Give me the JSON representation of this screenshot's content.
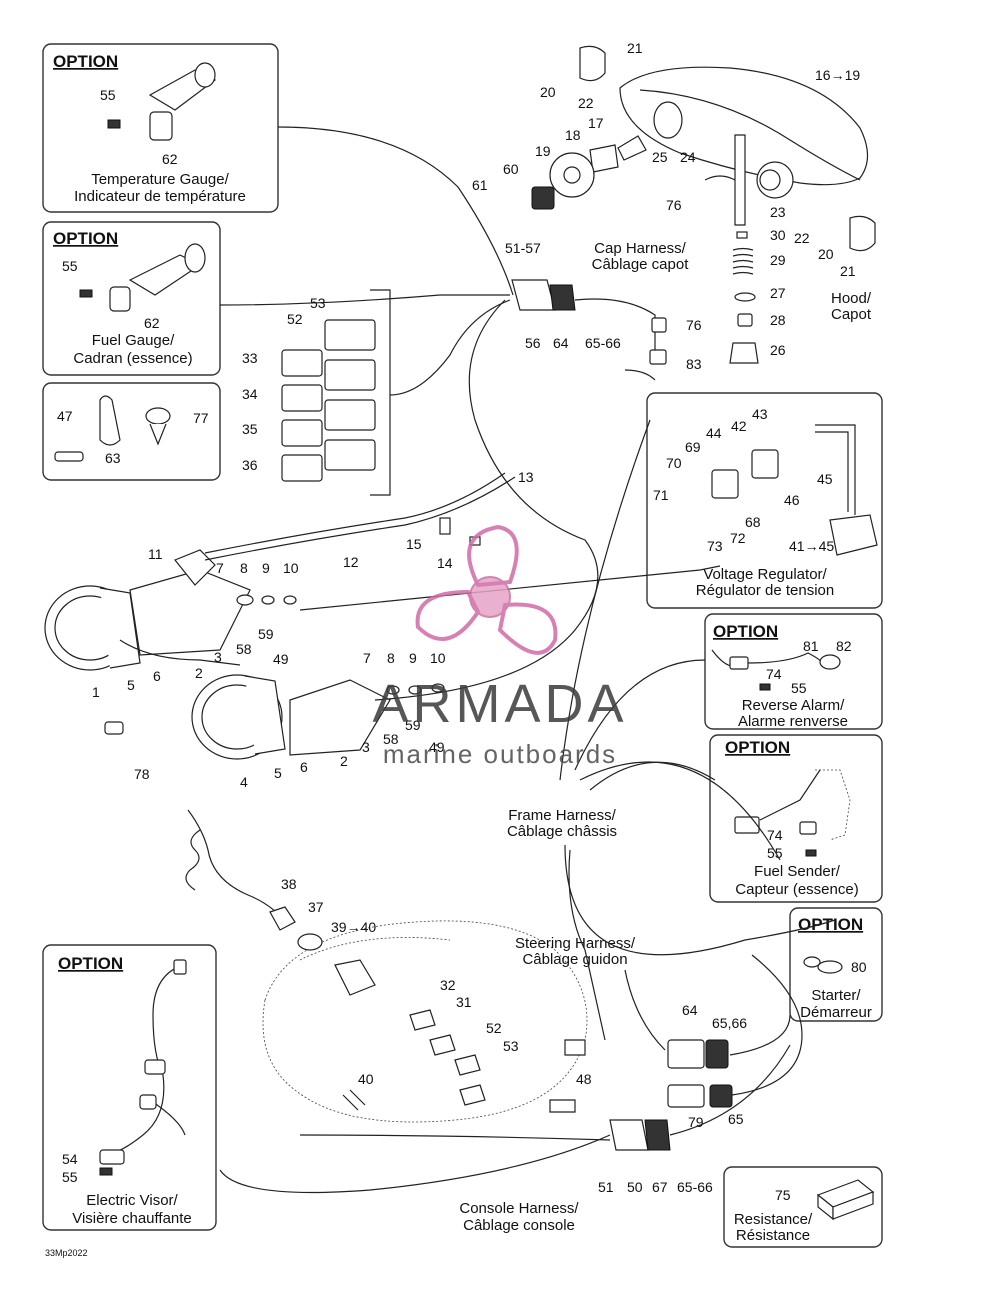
{
  "options": {
    "title": "OPTION",
    "temperature_gauge": {
      "line1": "Temperature Gauge/",
      "line2": "Indicateur de température",
      "p1": "55",
      "p2": "62"
    },
    "fuel_gauge": {
      "line1": "Fuel Gauge/",
      "line2": "Cadran (essence)",
      "p1": "55",
      "p2": "62"
    },
    "reverse_alarm": {
      "line1": "Reverse Alarm/",
      "line2": "Alarme renverse",
      "p1": "81",
      "p2": "82",
      "p3": "74",
      "p4": "55"
    },
    "fuel_sender": {
      "line1": "Fuel Sender/",
      "line2": "Capteur (essence)",
      "p1": "74",
      "p2": "55"
    },
    "starter": {
      "line1": "Starter/",
      "line2": "Démarreur",
      "p1": "80"
    },
    "electric_visor": {
      "line1": "Electric Visor/",
      "line2": "Visière chauffante",
      "p1": "54",
      "p2": "55"
    }
  },
  "hardware_box": {
    "p1": "47",
    "p2": "77",
    "p3": "63"
  },
  "voltage_regulator": {
    "line1": "Voltage Regulator/",
    "line2": "Régulator de tension",
    "parts": [
      "43",
      "42",
      "44",
      "69",
      "70",
      "71",
      "45",
      "46",
      "68",
      "73",
      "72",
      "41→45"
    ]
  },
  "resistance": {
    "line1": "Resistance/",
    "line2": "Résistance",
    "p1": "75"
  },
  "harness_labels": {
    "cap": {
      "line1": "Cap Harness/",
      "line2": "Câblage capot"
    },
    "frame": {
      "line1": "Frame Harness/",
      "line2": "Câblage châssis"
    },
    "steering": {
      "line1": "Steering Harness/",
      "line2": "Câblage guidon"
    },
    "console": {
      "line1": "Console Harness/",
      "line2": "Câblage console"
    },
    "hood": {
      "line1": "Hood/",
      "line2": "Capot"
    }
  },
  "part_numbers": {
    "n21a": "21",
    "n20a": "20",
    "n22a": "22",
    "n16": "16→19",
    "n17": "17",
    "n18": "18",
    "n19": "19",
    "n25": "25",
    "n24": "24",
    "n60": "60",
    "n61": "61",
    "n76a": "76",
    "n23": "23",
    "n22b": "22",
    "n20b": "20",
    "n21b": "21",
    "n30": "30",
    "n29": "29",
    "n27": "27",
    "n28": "28",
    "n26": "26",
    "n51_57": "51-57",
    "n56": "56",
    "n64a": "64",
    "n65_66a": "65-66",
    "n76b": "76",
    "n83": "83",
    "n53a": "53",
    "n52a": "52",
    "n33": "33",
    "n34": "34",
    "n35": "35",
    "n36": "36",
    "n13": "13",
    "n12": "12",
    "n15": "15",
    "n14": "14",
    "n11": "11",
    "n7a": "7",
    "n8a": "8",
    "n9a": "9",
    "n10a": "10",
    "n59a": "59",
    "n58a": "58",
    "n3a": "3",
    "n2a": "2",
    "n49a": "49",
    "n1": "1",
    "n5a": "5",
    "n6a": "6",
    "n7b": "7",
    "n8b": "8",
    "n9b": "9",
    "n10b": "10",
    "n59b": "59",
    "n58b": "58",
    "n3b": "3",
    "n2b": "2",
    "n49b": "49",
    "n4": "4",
    "n5b": "5",
    "n6b": "6",
    "n78": "78",
    "n38": "38",
    "n37": "37",
    "n39_40": "39→40",
    "n32": "32",
    "n31": "31",
    "n52b": "52",
    "n53b": "53",
    "n48": "48",
    "n40": "40",
    "n64b": "64",
    "n65_66b": "65,66",
    "n79": "79",
    "n65": "65",
    "n51": "51",
    "n50": "50",
    "n67": "67",
    "n65_66c": "65-66"
  },
  "watermark": {
    "brand": "ARMADA",
    "sub": "marine outboards"
  },
  "figure_code": "33Mp2022"
}
